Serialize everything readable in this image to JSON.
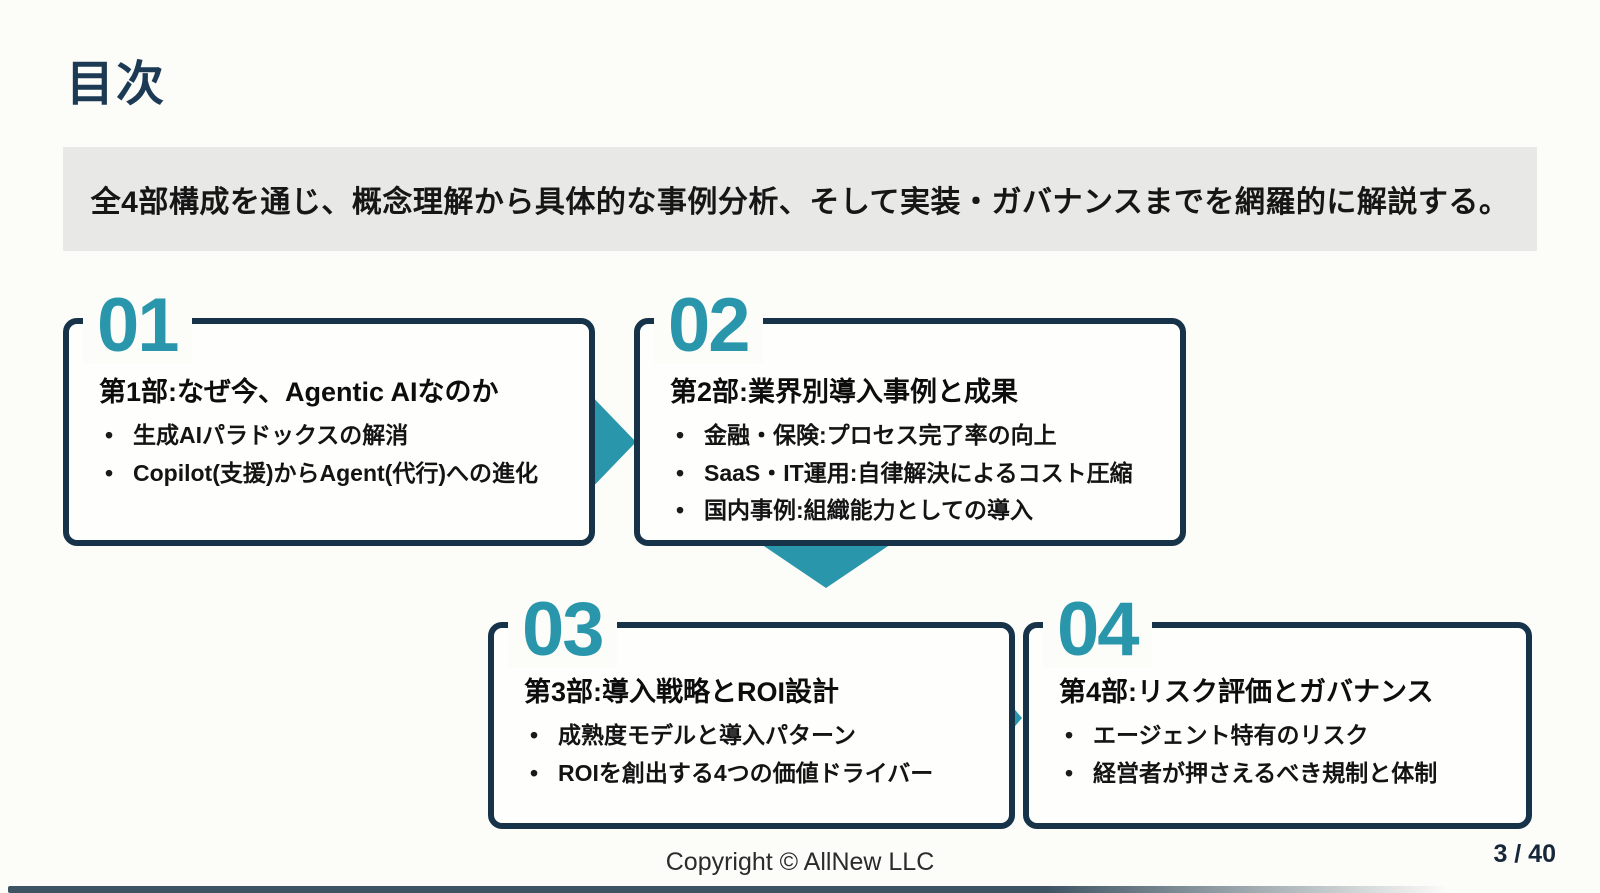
{
  "page": {
    "title": "目次",
    "banner": "全4部構成を通じ、概念理解から具体的な事例分析、そして実装・ガバナンスまでを網羅的に解説する。",
    "footer": "Copyright © AllNew LLC",
    "page_number": "3 / 40"
  },
  "colors": {
    "accent_teal": "#2a96ab",
    "navy_border": "#16334a",
    "banner_bg": "#e8e8e6"
  },
  "sections": [
    {
      "number": "01",
      "title": "第1部:なぜ今、Agentic AIなのか",
      "bullets": [
        "生成AIパラドックスの解消",
        "Copilot(支援)からAgent(代行)への進化"
      ]
    },
    {
      "number": "02",
      "title": "第2部:業界別導入事例と成果",
      "bullets": [
        "金融・保険:プロセス完了率の向上",
        "SaaS・IT運用:自律解決によるコスト圧縮",
        "国内事例:組織能力としての導入"
      ]
    },
    {
      "number": "03",
      "title": "第3部:導入戦略とROI設計",
      "bullets": [
        "成熟度モデルと導入パターン",
        "ROIを創出する4つの価値ドライバー"
      ]
    },
    {
      "number": "04",
      "title": "第4部:リスク評価とガバナンス",
      "bullets": [
        "エージェント特有のリスク",
        "経営者が押さえるべき規制と体制"
      ]
    }
  ]
}
